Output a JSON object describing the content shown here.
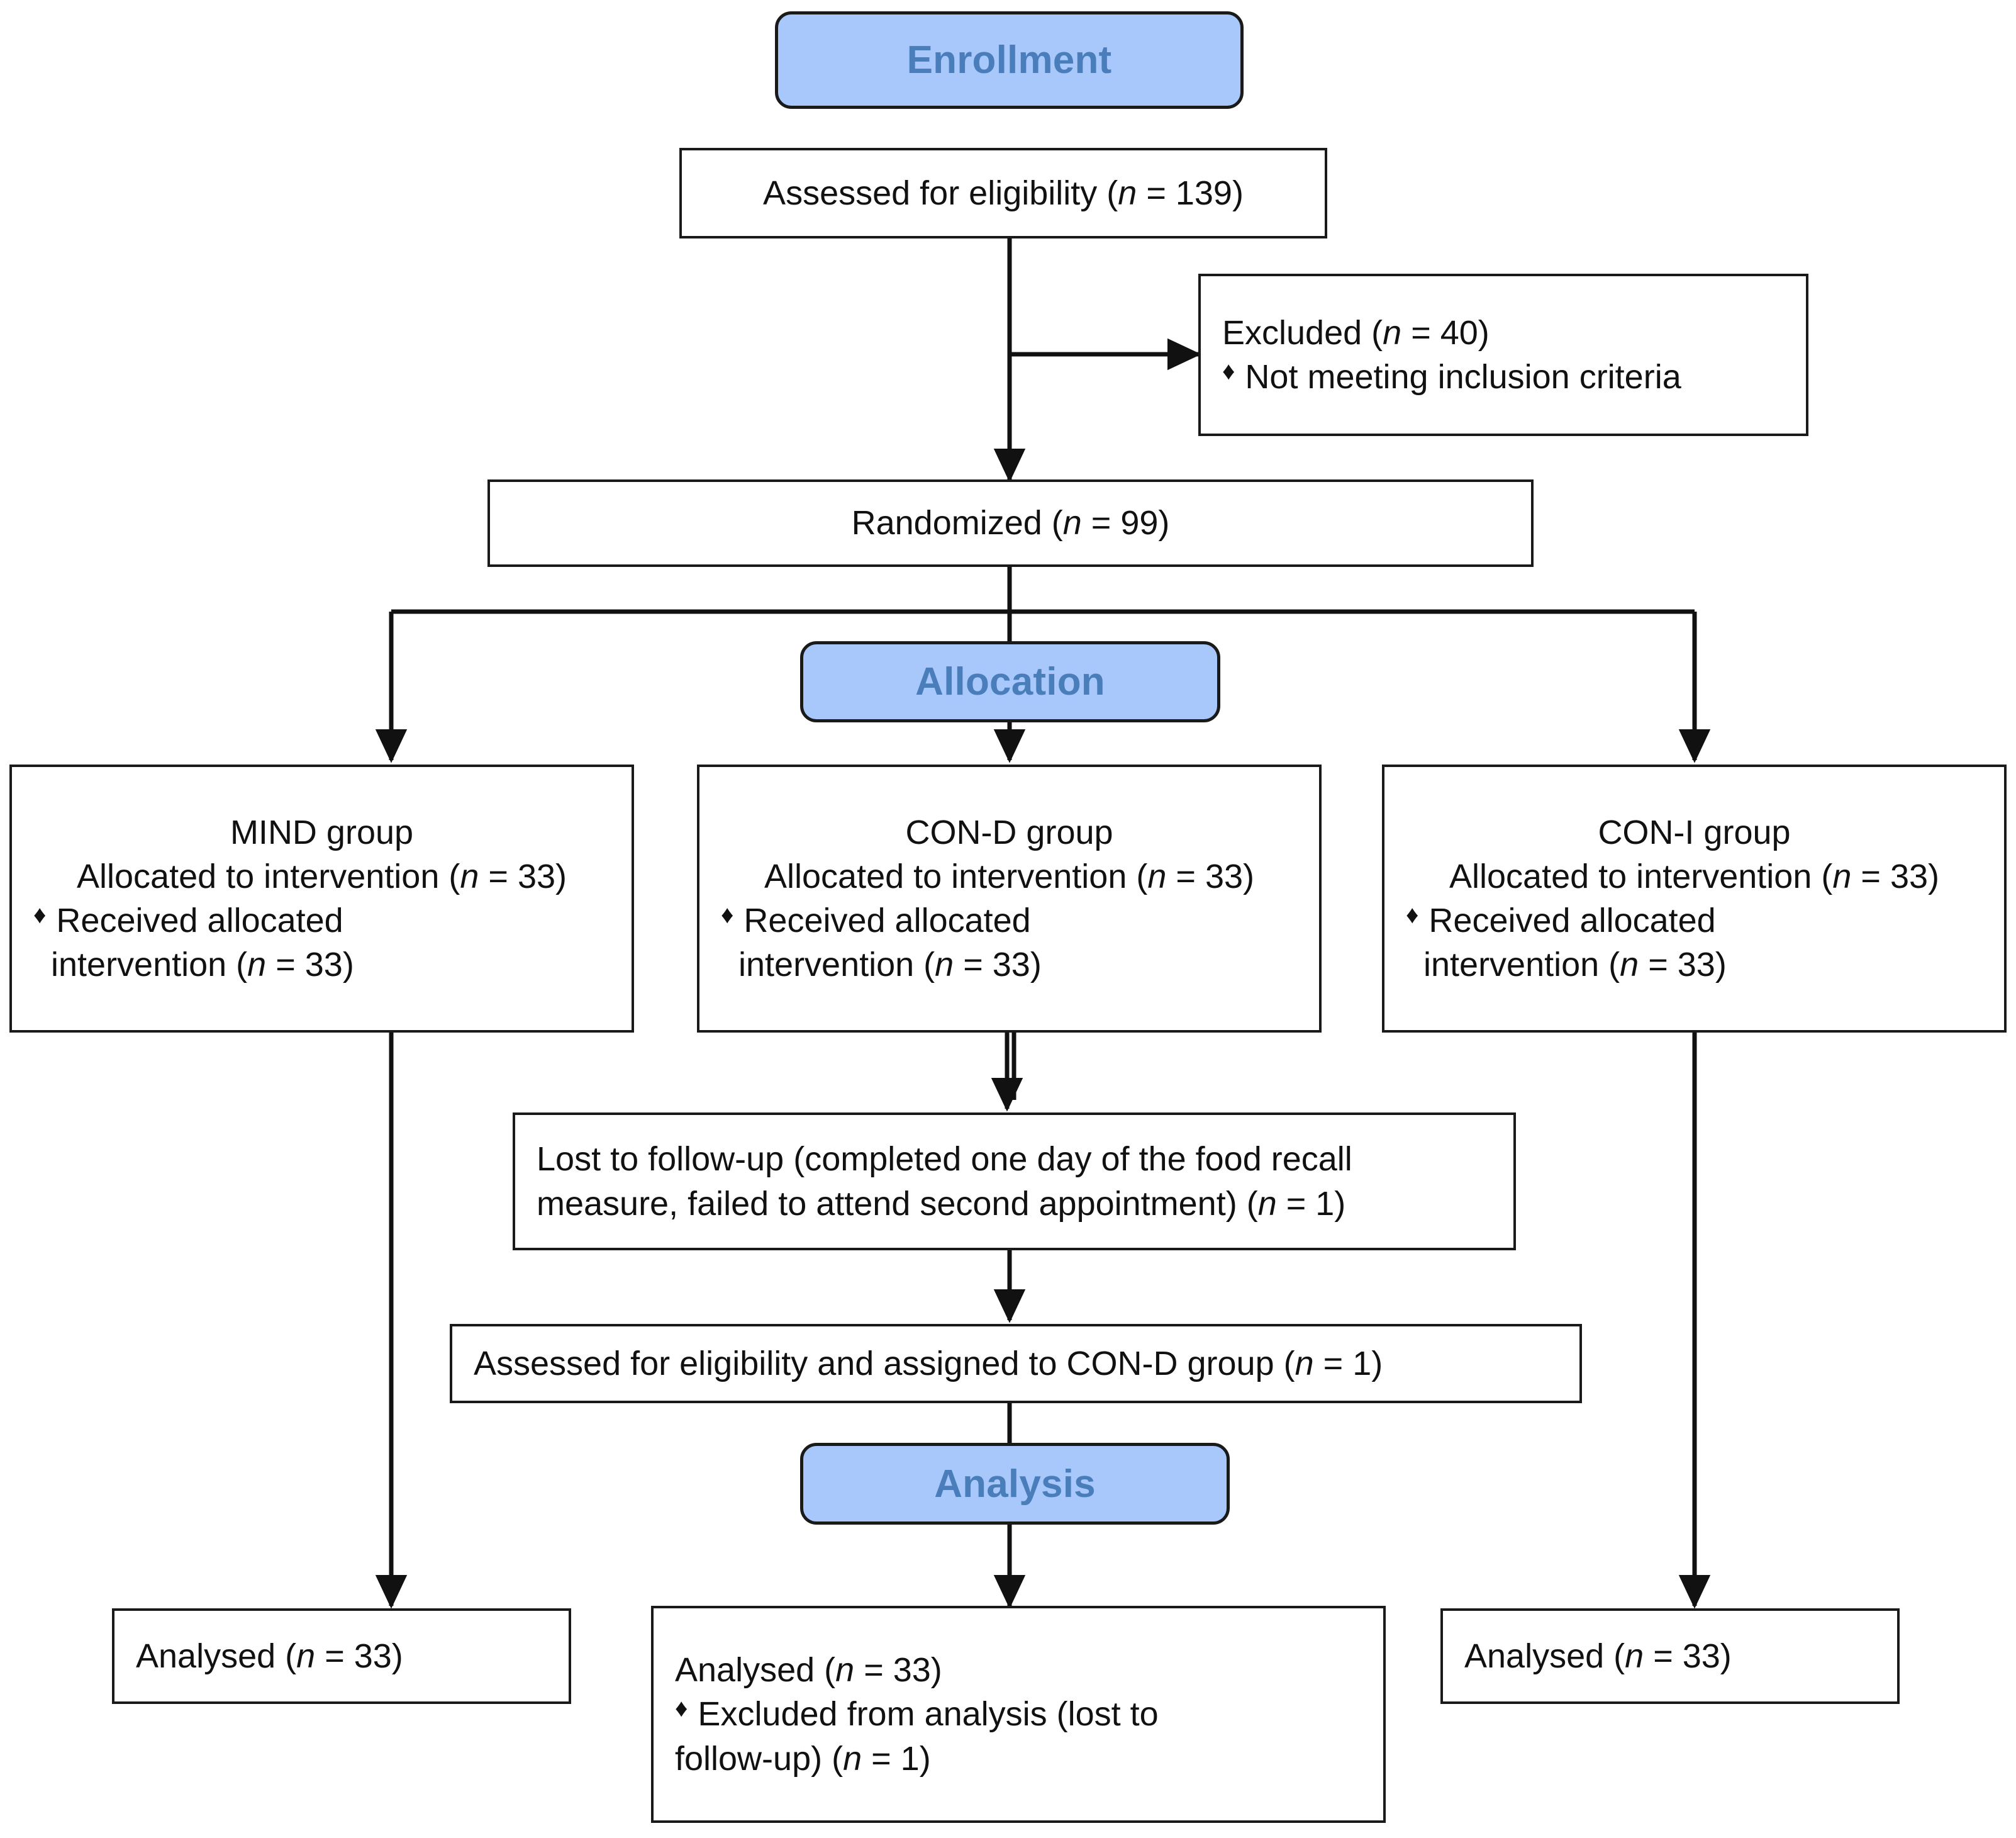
{
  "diagram": {
    "type": "CONSORT participant flow diagram",
    "accent_blue_fill": "#A8C8FC",
    "accent_blue_text": "#4A7EBB",
    "border_color": "#1A1A1A"
  },
  "stages": {
    "enrollment": "Enrollment",
    "allocation": "Allocation",
    "analysis": "Analysis"
  },
  "boxes": {
    "assessed": {
      "text": "Assessed for eligibility (n = 139)",
      "pre": "Assessed for eligibility (",
      "italic": "n",
      "post": " = 139)"
    },
    "excluded": {
      "line1_pre": "Excluded (",
      "line1_italic": "n",
      "line1_post": " = 40)",
      "bullet_marker": "♦",
      "line2": "Not meeting inclusion criteria"
    },
    "randomized": {
      "pre": "Randomized (",
      "italic": "n",
      "post": " = 99)"
    },
    "mind_group": {
      "title": "MIND group",
      "allocated_pre": "Allocated to intervention (",
      "allocated_italic": "n",
      "allocated_post": " = 33)",
      "bullet_marker": "♦",
      "received_line1": "Received allocated",
      "received_line2_pre": "intervention (",
      "received_line2_italic": "n",
      "received_line2_post": " = 33)"
    },
    "cond_group": {
      "title": "CON-D group",
      "allocated_pre": "Allocated to intervention (",
      "allocated_italic": "n",
      "allocated_post": " = 33)",
      "bullet_marker": "♦",
      "received_line1": "Received allocated",
      "received_line2_pre": "intervention (",
      "received_line2_italic": "n",
      "received_line2_post": " = 33)"
    },
    "coni_group": {
      "title": "CON-I  group",
      "allocated_pre": "Allocated to intervention (",
      "allocated_italic": "n",
      "allocated_post": " = 33)",
      "bullet_marker": "♦",
      "received_line1": "Received allocated",
      "received_line2_pre": "intervention (",
      "received_line2_italic": "n",
      "received_line2_post": " = 33)"
    },
    "lost_followup": {
      "line1": "Lost to follow-up (completed one day of the food recall",
      "line2_pre": "measure, failed to attend second appointment) (",
      "line2_italic": "n",
      "line2_post": " = 1)"
    },
    "reassigned": {
      "pre": "Assessed for eligibility and assigned to CON-D group (",
      "italic": "n",
      "post": " = 1)"
    },
    "analysed_left": {
      "pre": "Analysed (",
      "italic": "n",
      "post": " = 33)"
    },
    "analysed_mid": {
      "line1_pre": "Analysed (",
      "line1_italic": "n",
      "line1_post": " = 33)",
      "bullet_marker": "♦",
      "line2": "Excluded from analysis (lost to",
      "line3_pre": "follow-up) (",
      "line3_italic": "n",
      "line3_post": " = 1)"
    },
    "analysed_right": {
      "pre": "Analysed (",
      "italic": "n",
      "post": " = 33)"
    }
  },
  "flow_counts": {
    "assessed_for_eligibility": 139,
    "excluded": 40,
    "randomized": 99,
    "mind_allocated": 33,
    "mind_received": 33,
    "cond_allocated": 33,
    "cond_received": 33,
    "coni_allocated": 33,
    "coni_received": 33,
    "lost_to_followup": 1,
    "reassigned_to_cond": 1,
    "mind_analysed": 33,
    "cond_analysed": 33,
    "cond_excluded_from_analysis": 1,
    "coni_analysed": 33
  }
}
